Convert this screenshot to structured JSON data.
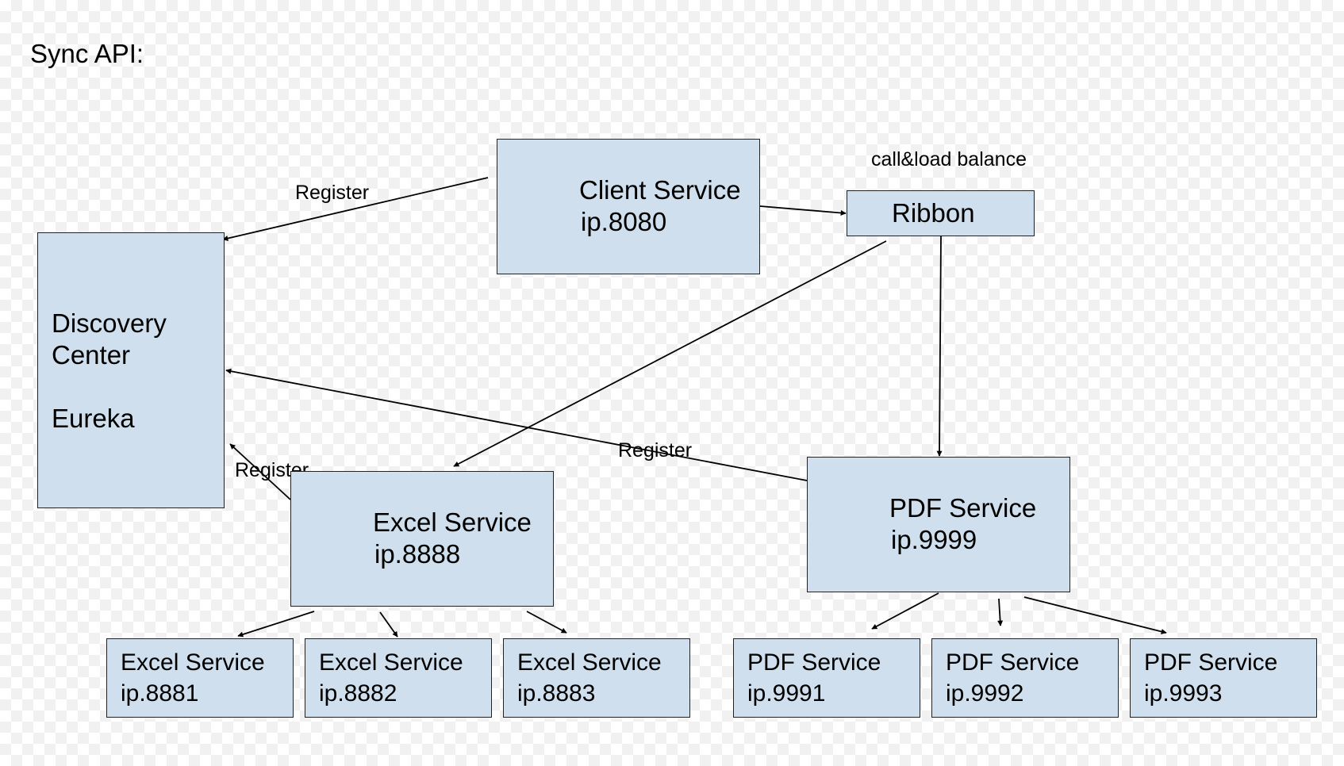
{
  "title": "Sync API:",
  "colors": {
    "box_fill": "#cfdfee",
    "border": "#222222",
    "edge": "#000000"
  },
  "nodes": {
    "discovery": {
      "line1": "Discovery",
      "line2": "Center",
      "line3": "Eureka"
    },
    "client": {
      "name": "Client Service",
      "ip": "ip.8080"
    },
    "ribbon": {
      "name": "Ribbon"
    },
    "excel": {
      "name": "Excel Service",
      "ip": "ip.8888"
    },
    "pdf": {
      "name": "PDF Service",
      "ip": "ip.9999"
    },
    "excel_1": {
      "name": "Excel Service",
      "ip": "ip.8881"
    },
    "excel_2": {
      "name": "Excel Service",
      "ip": "ip.8882"
    },
    "excel_3": {
      "name": "Excel Service",
      "ip": "ip.8883"
    },
    "pdf_1": {
      "name": "PDF Service",
      "ip": "ip.9991"
    },
    "pdf_2": {
      "name": "PDF Service",
      "ip": "ip.9992"
    },
    "pdf_3": {
      "name": "PDF Service",
      "ip": "ip.9993"
    }
  },
  "edge_labels": {
    "client_register": "Register",
    "call_load_balance": "call&load balance",
    "excel_register": "Register",
    "pdf_register": "Register"
  },
  "edges": [
    {
      "from": "client",
      "to": "discovery",
      "label": "client_register"
    },
    {
      "from": "client",
      "to": "ribbon",
      "label": "call_load_balance"
    },
    {
      "from": "ribbon",
      "to": "excel"
    },
    {
      "from": "ribbon",
      "to": "pdf"
    },
    {
      "from": "excel",
      "to": "discovery",
      "label": "excel_register"
    },
    {
      "from": "pdf",
      "to": "discovery",
      "label": "pdf_register"
    },
    {
      "from": "excel",
      "to": "excel_1"
    },
    {
      "from": "excel",
      "to": "excel_2"
    },
    {
      "from": "excel",
      "to": "excel_3"
    },
    {
      "from": "pdf",
      "to": "pdf_1"
    },
    {
      "from": "pdf",
      "to": "pdf_2"
    },
    {
      "from": "pdf",
      "to": "pdf_3"
    }
  ]
}
